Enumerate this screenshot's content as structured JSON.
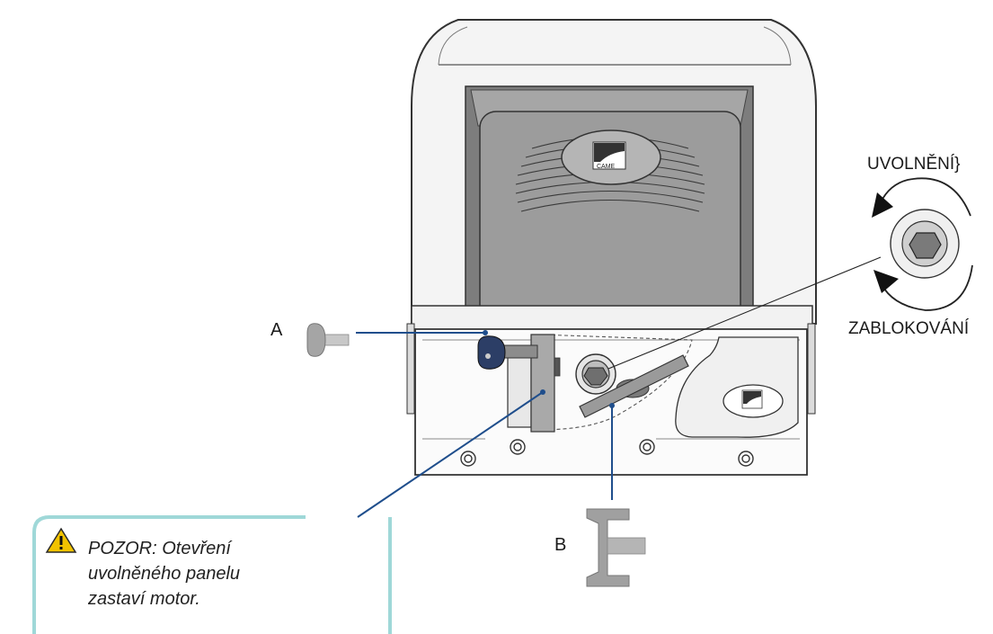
{
  "labels": {
    "a": "A",
    "b": "B",
    "release": "UVOLNĚNÍ}",
    "lock": "ZABLOKOVÁNÍ"
  },
  "warning": {
    "text": "POZOR: Otevření uvolněného panelu zastaví motor."
  },
  "logo": "CAME",
  "colors": {
    "leader_line": "#1f4e8c",
    "callout_border": "#9fd8d8",
    "warning_icon": "#f2c300",
    "housing_outline": "#333333",
    "housing_fill": "#efefef",
    "panel_fill": "#9a9a9a"
  },
  "icons": [
    "warning-icon",
    "key-a-icon",
    "key-b-icon",
    "rotation-arrows-icon"
  ]
}
